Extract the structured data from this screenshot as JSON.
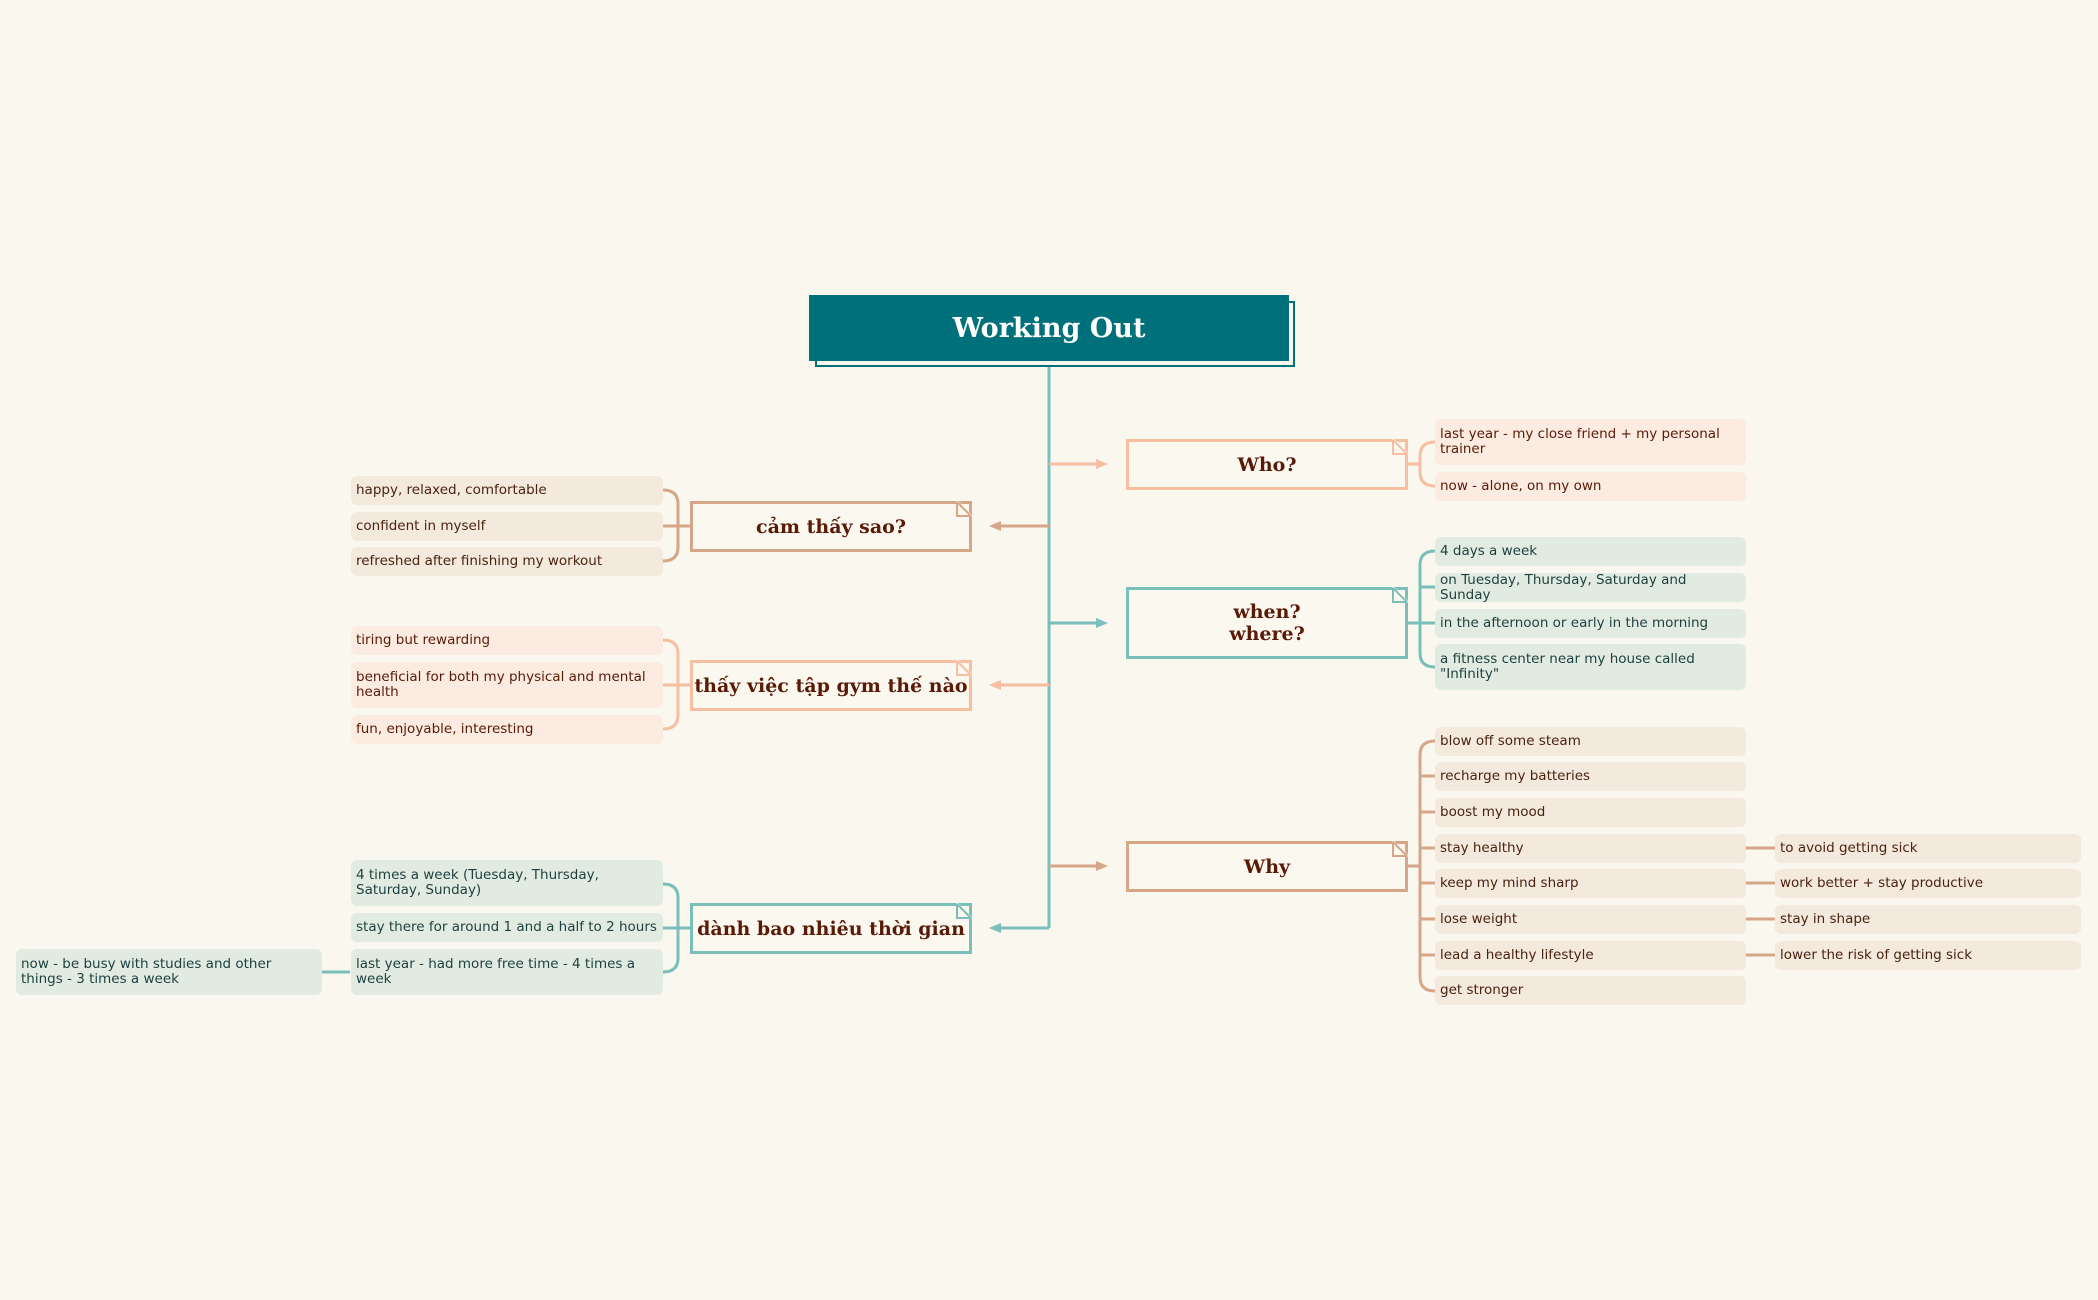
{
  "colors": {
    "background": "#f9f7ee",
    "root_fill": "#00707a",
    "teal": "#7bbfba",
    "salmon": "#f8bea1",
    "tan": "#d6a688",
    "leaf_salmon": "#fcebe0",
    "leaf_teal": "#e2ebe2",
    "leaf_tan": "#f4e9dd"
  },
  "root": {
    "title": "Working Out"
  },
  "branches": {
    "who": {
      "label": "Who?",
      "items": [
        "last year - my close friend + my personal trainer",
        "now - alone, on my own"
      ]
    },
    "when": {
      "label": "when?\nwhere?",
      "items": [
        "4 days a week",
        "on Tuesday, Thursday, Saturday and Sunday",
        "in the afternoon or early in the morning",
        "a fitness center near my house called \"Infinity\""
      ]
    },
    "why": {
      "label": "Why",
      "items": [
        "blow off some steam",
        "recharge my batteries",
        "boost my mood",
        "stay healthy",
        "keep my mind sharp",
        "lose weight",
        "lead a healthy lifestyle",
        "get stronger"
      ],
      "sub_items": [
        "to avoid getting sick",
        "work better + stay productive",
        "stay in shape",
        "lower the risk of getting sick"
      ]
    },
    "feel": {
      "label": "cảm thấy sao?",
      "items": [
        "happy, relaxed, comfortable",
        "confident in myself",
        "refreshed after finishing my workout"
      ]
    },
    "think": {
      "label": "thấy việc tập gym thế nào",
      "items": [
        "tiring but rewarding",
        "beneficial for both my physical and mental health",
        "fun, enjoyable, interesting"
      ]
    },
    "time": {
      "label": "dành bao nhiêu thời gian",
      "items": [
        "4 times a week (Tuesday, Thursday, Saturday, Sunday)",
        "stay there for around 1 and a half to 2 hours",
        "last year - had more free time - 4 times a week"
      ],
      "sub_items": [
        "now - be busy with studies and other things - 3 times a week"
      ]
    }
  }
}
